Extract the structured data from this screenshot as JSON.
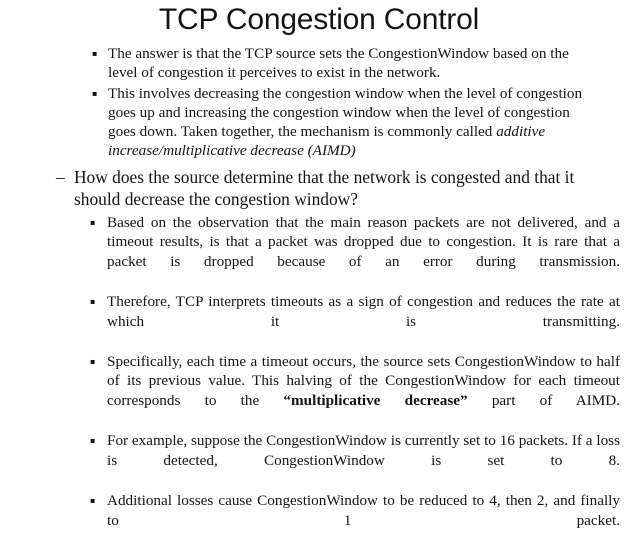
{
  "slide": {
    "title": "TCP Congestion Control",
    "background_color": "#ffffff",
    "text_color": "#141414",
    "bullets": {
      "level2_square_marker": "▪",
      "level1_dash_marker": "–"
    },
    "content": [
      {
        "level": 2,
        "marker": "▪",
        "text": "The answer is that the TCP source sets the CongestionWindow based on the level of congestion it perceives to exist in the network."
      },
      {
        "level": 2,
        "marker": "▪",
        "text_plain": "This involves decreasing the congestion window when the level of congestion goes up and increasing the congestion window when the level of congestion goes down. Taken together, the mechanism is commonly called additive increase/multiplicative decrease (AIMD)",
        "text_before_italic": "This involves decreasing the congestion window when the level of congestion goes up and increasing the congestion window when the level of congestion goes down. Taken together, the mechanism is commonly called ",
        "italic_text": "additive increase/multiplicative decrease (AIMD)"
      },
      {
        "level": 1,
        "marker": "–",
        "text": "How does the source determine that the network is congested and that it should decrease the congestion window?"
      },
      {
        "level": 2,
        "marker": "▪",
        "text": "Based on the observation that the main reason packets are not delivered, and a timeout results, is that a packet was dropped due to congestion. It is rare that a packet is dropped because of an error during transmission."
      },
      {
        "level": 2,
        "marker": "▪",
        "text": "Therefore, TCP interprets timeouts as a sign of congestion and reduces the rate at which it is transmitting."
      },
      {
        "level": 2,
        "marker": "▪",
        "text_plain": "Specifically, each time a timeout occurs, the source sets CongestionWindow to half of its previous value. This halving of the CongestionWindow for each timeout corresponds to the “multiplicative decrease” part of AIMD.",
        "text_before_bold": "Specifically, each time a timeout occurs, the source sets CongestionWindow to half of its previous value. This halving of the CongestionWindow for each timeout corresponds to the ",
        "bold_text": "“multiplicative decrease”",
        "text_after_bold": " part of AIMD."
      },
      {
        "level": 2,
        "marker": "▪",
        "text": "For example, suppose the CongestionWindow is currently set to 16 packets. If a loss is detected, CongestionWindow is set to 8."
      },
      {
        "level": 2,
        "marker": "▪",
        "text": "Additional losses cause CongestionWindow to be reduced to 4, then 2, and finally to 1 packet."
      }
    ]
  }
}
